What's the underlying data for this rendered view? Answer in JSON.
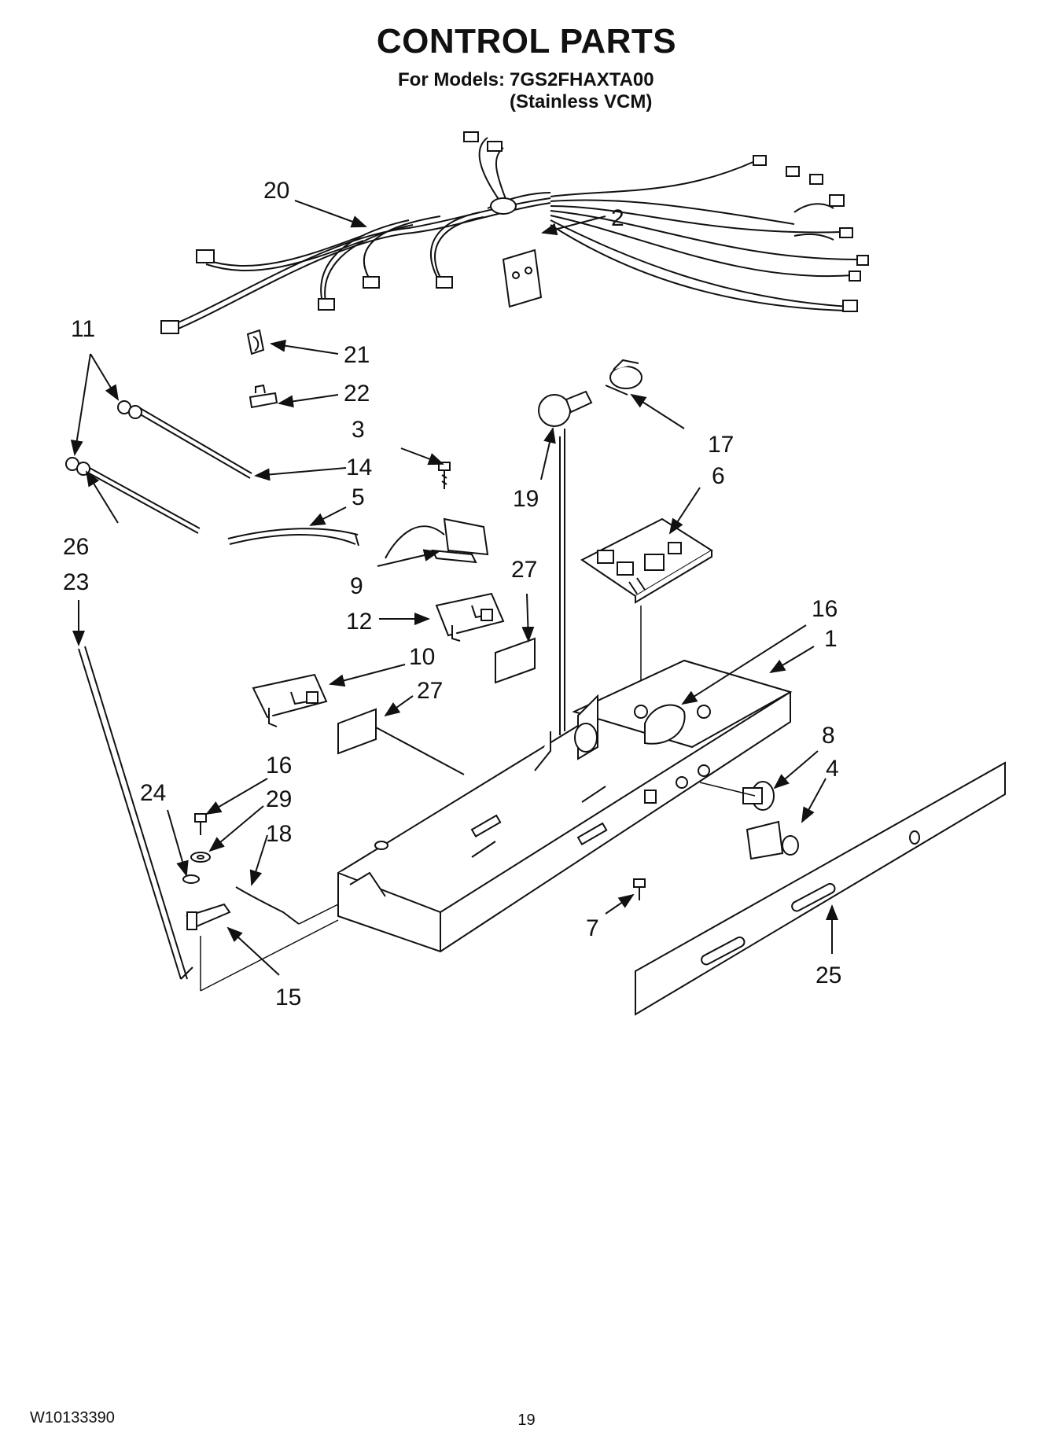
{
  "header": {
    "title": "CONTROL PARTS",
    "models_label": "For Models:",
    "model_number": "7GS2FHAXTA00",
    "model_variant": "(Stainless VCM)"
  },
  "callouts": {
    "c1": "1",
    "c2": "2",
    "c3": "3",
    "c4": "4",
    "c5": "5",
    "c6": "6",
    "c7": "7",
    "c8": "8",
    "c9": "9",
    "c10": "10",
    "c11": "11",
    "c12": "12",
    "c14": "14",
    "c15": "15",
    "c16a": "16",
    "c16b": "16",
    "c17": "17",
    "c18": "18",
    "c19": "19",
    "c20": "20",
    "c21": "21",
    "c22": "22",
    "c23": "23",
    "c24": "24",
    "c25": "25",
    "c26": "26",
    "c27a": "27",
    "c27b": "27",
    "c29": "29"
  },
  "footer": {
    "doc_number": "W10133390",
    "page_number": "19"
  }
}
